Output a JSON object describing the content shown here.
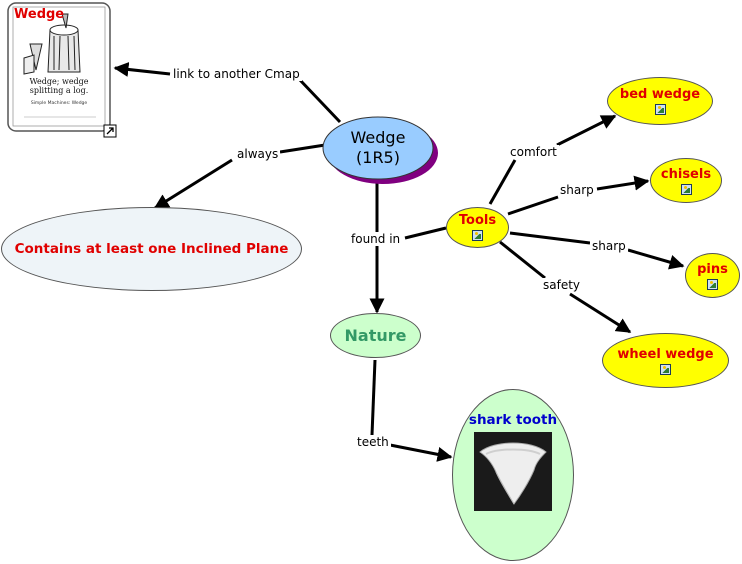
{
  "main_concept": {
    "line1": "Wedge",
    "line2": "(1R5)"
  },
  "linked_card": {
    "title": "Wedge",
    "caption_line1": "Wedge; wedge",
    "caption_line2": "splitting a log.",
    "footer": "Simple Machines: Wedge"
  },
  "concepts": {
    "inclined_plane": "Contains at least one Inclined Plane",
    "tools": "Tools",
    "nature": "Nature",
    "bed_wedge": "bed wedge",
    "chisels": "chisels",
    "pins": "pins",
    "wheel_wedge": "wheel wedge",
    "shark_tooth": "shark tooth"
  },
  "links": {
    "link_cmap": "link to another Cmap",
    "always": "always",
    "found_in": "found in",
    "comfort": "comfort",
    "sharp1": "sharp",
    "sharp2": "sharp",
    "safety": "safety",
    "teeth": "teeth"
  },
  "colors": {
    "wedge_fill": "#99ccff",
    "wedge_shadow": "#800080",
    "plane_fill": "#eef4f8",
    "tools_fill": "#ffff00",
    "nature_fill": "#ccffcc",
    "shark_fill": "#ccffcc",
    "nature_text": "#339966",
    "shark_text": "#0000cc",
    "red_text": "#e00000"
  },
  "icons": [
    "image-resource-icon",
    "linked-cmap-icon"
  ]
}
